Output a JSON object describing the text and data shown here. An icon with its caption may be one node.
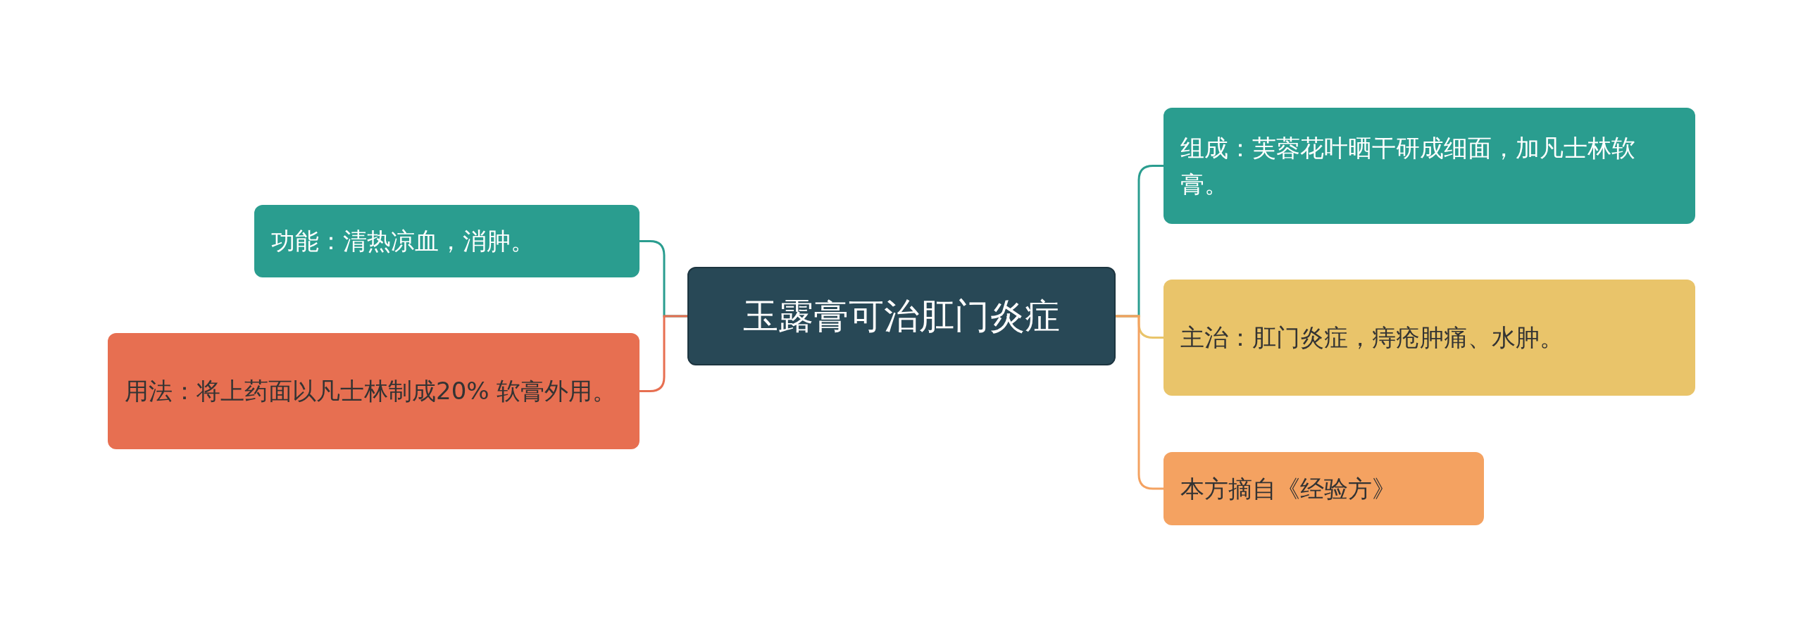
{
  "diagram": {
    "nodes": [
      {
        "text": [
          "玉露膏可治肛门炎症"
        ]
      },
      {
        "text": [
          "功能：清热凉血，消肿。"
        ]
      },
      {
        "text": [
          "用法：将上药面以凡士林制成20% 软膏外用。"
        ]
      },
      {
        "text": [
          "组成：芙蓉花叶晒干研成细面，加凡士林软膏。"
        ]
      },
      {
        "text": [
          "主治：肛门炎症，痔疮肿痛、水肿。"
        ]
      },
      {
        "text": [
          "本方摘自《经验方》"
        ]
      }
    ],
    "edges": [
      {
        "from": 0,
        "to": 1,
        "arrow": "none",
        "color": "#2a9d8f"
      },
      {
        "from": 0,
        "to": 2,
        "arrow": "none",
        "color": "#e76f51"
      },
      {
        "from": 0,
        "to": 3,
        "arrow": "none",
        "color": "#2a9d8f"
      },
      {
        "from": 0,
        "to": 4,
        "arrow": "none",
        "color": "#e9c46a"
      },
      {
        "from": 0,
        "to": 5,
        "arrow": "none",
        "color": "#f4a261"
      }
    ]
  }
}
